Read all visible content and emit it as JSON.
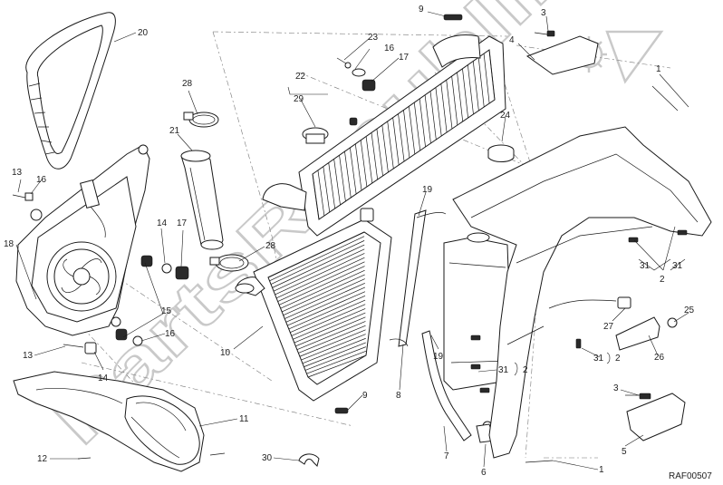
{
  "diagram_code": "RAF00507",
  "watermark": "PartsRepublik",
  "colors": {
    "line": "#1a1a1a",
    "watermark": "#9e9e9e",
    "background": "#ffffff"
  },
  "callouts": [
    {
      "label": "1"
    },
    {
      "label": "1"
    },
    {
      "label": "2"
    },
    {
      "label": "2"
    },
    {
      "label": "2"
    },
    {
      "label": "3"
    },
    {
      "label": "3"
    },
    {
      "label": "4"
    },
    {
      "label": "5"
    },
    {
      "label": "6"
    },
    {
      "label": "7"
    },
    {
      "label": "8"
    },
    {
      "label": "9"
    },
    {
      "label": "9"
    },
    {
      "label": "10"
    },
    {
      "label": "11"
    },
    {
      "label": "12"
    },
    {
      "label": "13"
    },
    {
      "label": "13"
    },
    {
      "label": "14"
    },
    {
      "label": "14"
    },
    {
      "label": "15"
    },
    {
      "label": "16"
    },
    {
      "label": "16"
    },
    {
      "label": "16"
    },
    {
      "label": "17"
    },
    {
      "label": "17"
    },
    {
      "label": "18"
    },
    {
      "label": "19"
    },
    {
      "label": "19"
    },
    {
      "label": "20"
    },
    {
      "label": "21"
    },
    {
      "label": "22"
    },
    {
      "label": "23"
    },
    {
      "label": "24"
    },
    {
      "label": "25"
    },
    {
      "label": "26"
    },
    {
      "label": "27"
    },
    {
      "label": "28"
    },
    {
      "label": "28"
    },
    {
      "label": "29"
    },
    {
      "label": "30"
    },
    {
      "label": "31"
    },
    {
      "label": "31"
    },
    {
      "label": "31"
    },
    {
      "label": "31"
    },
    {
      "label": "31"
    }
  ]
}
